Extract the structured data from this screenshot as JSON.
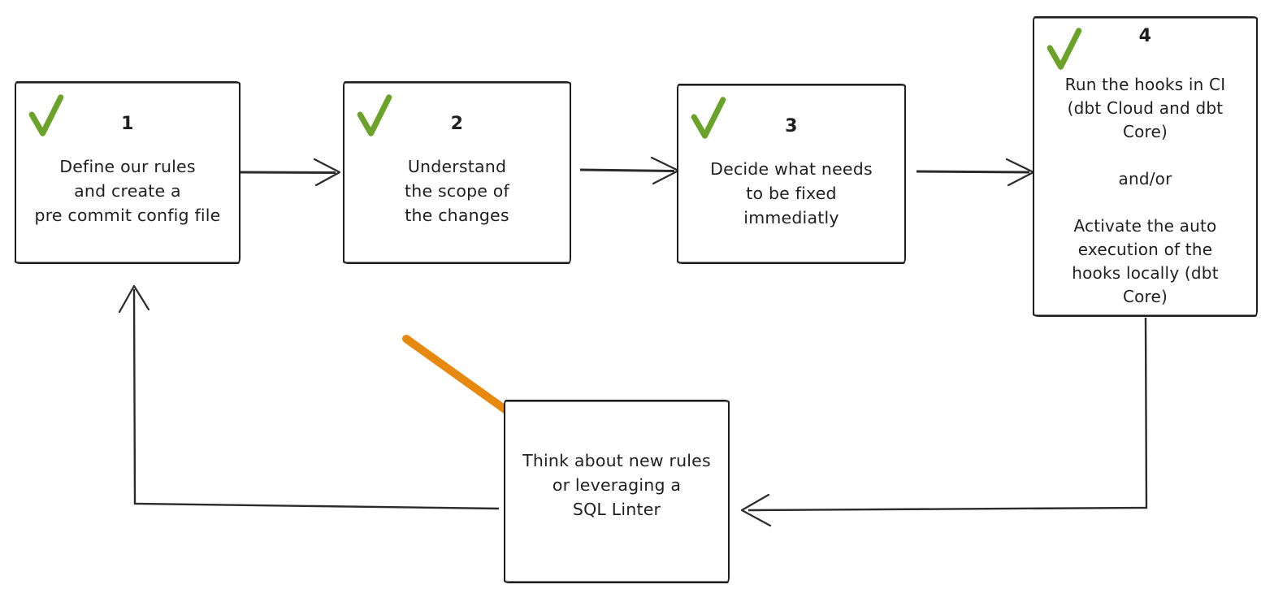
{
  "diagram": {
    "type": "flowchart",
    "background": "#ffffff",
    "colors": {
      "ink": "#1f1f1f",
      "check_green": "#6ba32a",
      "arrow_orange": "#e8890f"
    },
    "nodes": [
      {
        "id": "step1",
        "number": "1",
        "checked": true,
        "text": "Define our rules\nand create a\npre commit config file"
      },
      {
        "id": "step2",
        "number": "2",
        "checked": true,
        "text": "Understand\nthe scope of\nthe changes"
      },
      {
        "id": "step3",
        "number": "3",
        "checked": true,
        "text": "Decide what needs\nto be fixed\nimmediatly"
      },
      {
        "id": "step4",
        "number": "4",
        "checked": true,
        "text": "Run the hooks in CI\n(dbt Cloud and dbt\nCore)\n\nand/or\n\nActivate the auto\nexecution of the\nhooks locally (dbt\nCore)"
      },
      {
        "id": "feedback",
        "number": "",
        "checked": false,
        "text": "Think about new rules\nor leveraging a\nSQL Linter"
      }
    ],
    "connections": [
      {
        "from": "step1",
        "to": "step2",
        "style": "ink"
      },
      {
        "from": "step2",
        "to": "step3",
        "style": "ink"
      },
      {
        "from": "step3",
        "to": "step4",
        "style": "ink"
      },
      {
        "from": "step4",
        "to": "feedback",
        "style": "ink"
      },
      {
        "from": "feedback",
        "to": "step1",
        "style": "ink"
      },
      {
        "from": "annotation",
        "to": "feedback",
        "style": "orange-highlight"
      }
    ]
  }
}
